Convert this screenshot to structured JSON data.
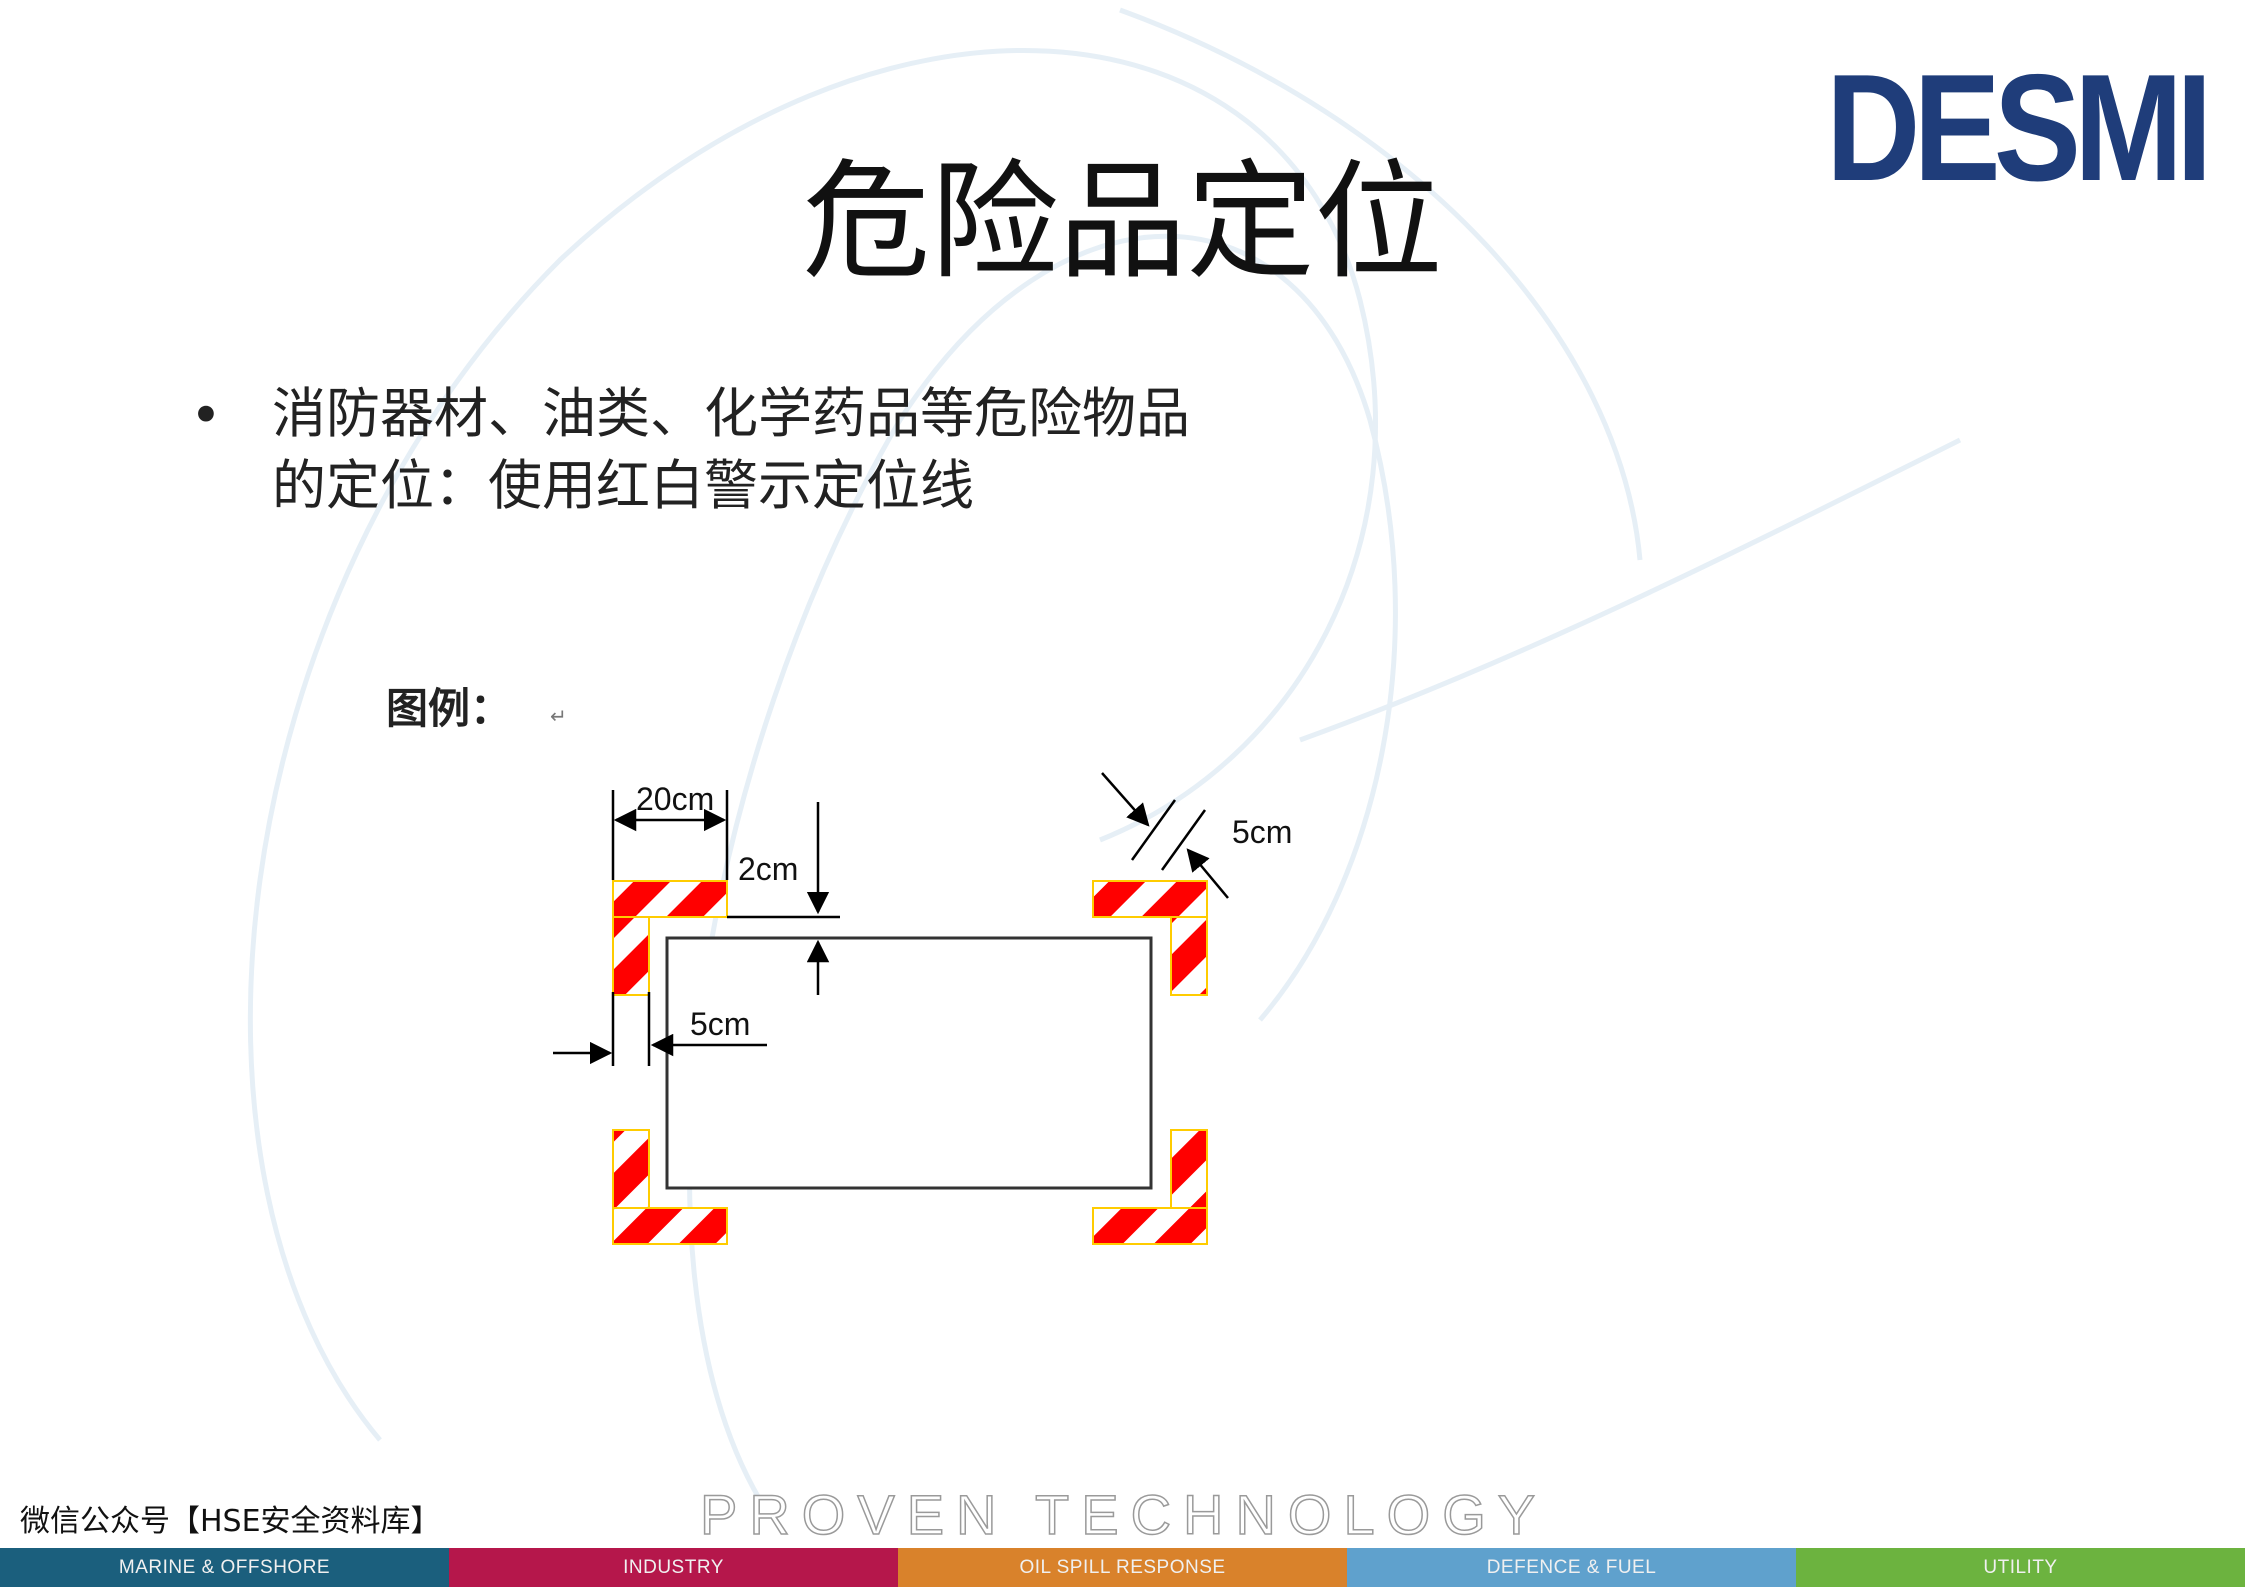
{
  "logo": {
    "text": "DESMI",
    "color": "#1f3d7a"
  },
  "title": "危险品定位",
  "bullets": [
    {
      "symbol": "•",
      "lines": [
        "消防器材、油类、化学药品等危险物品",
        "的定位：使用红白警示定位线"
      ]
    }
  ],
  "legend": {
    "label": "图例：",
    "return_mark": "↵",
    "dimensions": {
      "width_20": "20cm",
      "gap_2": "2cm",
      "stripe_5_right": "5cm",
      "stripe_5_left": "5cm"
    },
    "colors": {
      "stripe_red": "#ff0000",
      "stripe_white": "#ffffff",
      "outline": "#ffcc00"
    }
  },
  "footer": {
    "wechat": "微信公众号【HSE安全资料库】",
    "tagline": "PROVEN TECHNOLOGY",
    "segments": [
      {
        "label": "MARINE & OFFSHORE",
        "color": "#1b5f7d"
      },
      {
        "label": "INDUSTRY",
        "color": "#b5174b"
      },
      {
        "label": "OIL SPILL RESPONSE",
        "color": "#d9822b"
      },
      {
        "label": "DEFENCE & FUEL",
        "color": "#5fa1cd"
      },
      {
        "label": "UTILITY",
        "color": "#6cb33f"
      }
    ]
  }
}
